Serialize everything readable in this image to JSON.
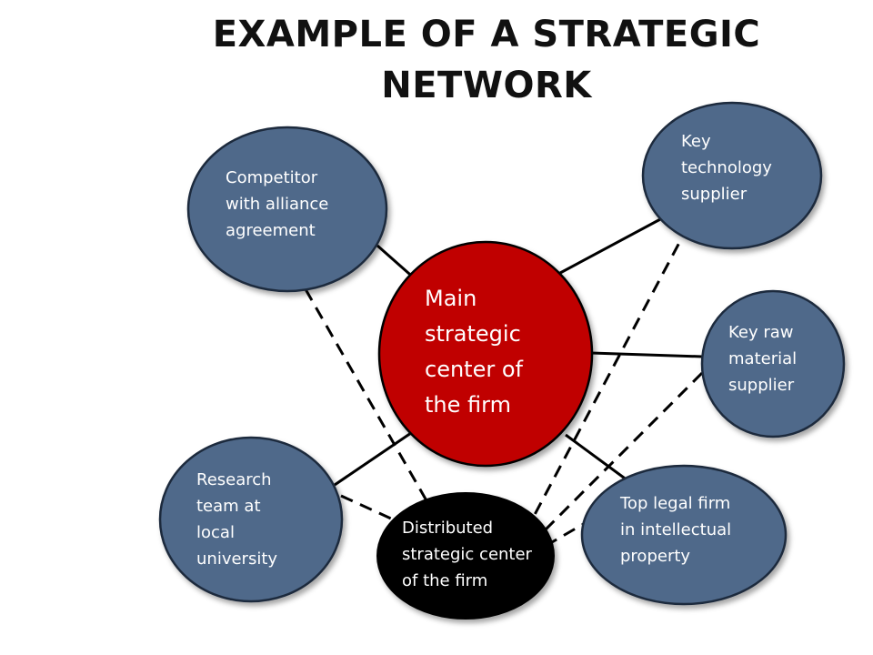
{
  "title": "EXAMPLE OF A STRATEGIC NETWORK",
  "colors": {
    "partner_fill": "#50698a",
    "partner_stroke": "#1e2a3c",
    "main_fill": "#c00000",
    "distributed_fill": "#000000",
    "line": "#000000",
    "label_text": "#ffffff"
  },
  "nodes": {
    "main": {
      "label": "Main\nstrategic\ncenter of\nthe firm"
    },
    "distributed": {
      "label": "Distributed\nstrategic center\nof the firm"
    },
    "competitor": {
      "label": "Competitor\nwith alliance\nagreement"
    },
    "key_tech": {
      "label": "Key\ntechnology\nsupplier"
    },
    "key_raw": {
      "label": "Key raw\nmaterial\nsupplier"
    },
    "research": {
      "label": "Research\nteam at\nlocal\nuniversity"
    },
    "legal": {
      "label": "Top legal firm\nin intellectual\nproperty"
    }
  },
  "edges": {
    "solid": [
      "competitor",
      "key_tech",
      "key_raw",
      "research",
      "legal"
    ],
    "dashed": [
      "competitor",
      "key_tech",
      "key_raw",
      "research",
      "legal"
    ]
  }
}
